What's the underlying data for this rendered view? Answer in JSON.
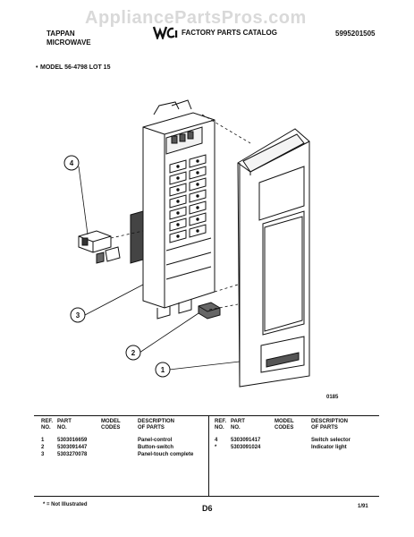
{
  "watermark": "AppliancePartsPros.com",
  "header": {
    "brand_line1": "TAPPAN",
    "brand_line2": "MICROWAVE",
    "catalog_title": "FACTORY PARTS CATALOG",
    "catalog_number": "5995201505"
  },
  "model_line": "MODEL 56-4798 LOT 15",
  "figure_id": "0185",
  "callouts": [
    "1",
    "2",
    "3",
    "4"
  ],
  "parts_table": {
    "headers": {
      "ref_no": [
        "REF.",
        "NO."
      ],
      "part_no": [
        "PART",
        "NO."
      ],
      "model_codes": [
        "MODEL",
        "CODES"
      ],
      "description": [
        "DESCRIPTION",
        "OF PARTS"
      ]
    },
    "left_rows": [
      {
        "ref": "1",
        "part": "5303016659",
        "model": "",
        "desc": "Panel-control"
      },
      {
        "ref": "2",
        "part": "5303091447",
        "model": "",
        "desc": "Button-switch"
      },
      {
        "ref": "3",
        "part": "5303270078",
        "model": "",
        "desc": "Panel-touch complete"
      }
    ],
    "right_rows": [
      {
        "ref": "4",
        "part": "5303091417",
        "model": "",
        "desc": "Switch selector"
      },
      {
        "ref": "*",
        "part": "5303091024",
        "model": "",
        "desc": "Indicator light"
      }
    ]
  },
  "footer": {
    "note": "* = Not Illustrated",
    "page": "D6",
    "date": "1/91"
  }
}
